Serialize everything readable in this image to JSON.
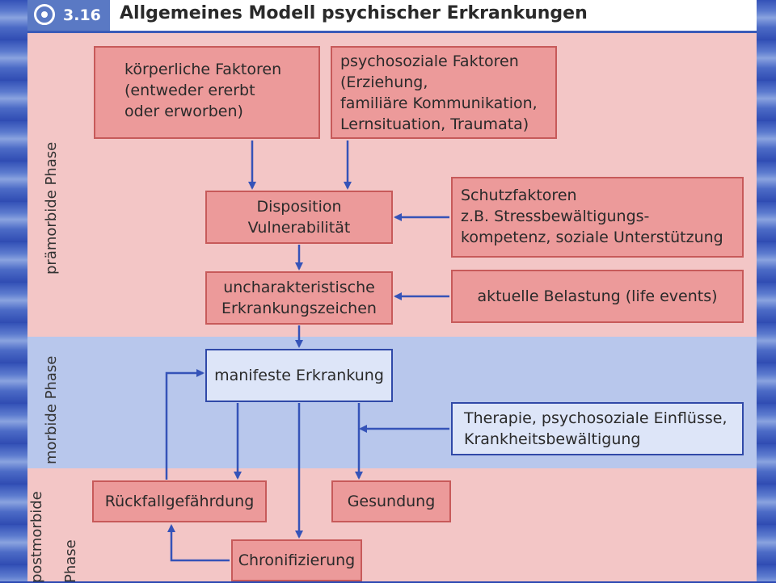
{
  "header": {
    "figure_number": "3.16",
    "title": "Allgemeines Modell psychischer Erkrankungen"
  },
  "phases": {
    "premorbid": "prämorbide Phase",
    "morbid": "morbide Phase",
    "postmorbid_line1": "postmorbide",
    "postmorbid_line2": "Phase"
  },
  "boxes": {
    "physical_factors": [
      "körperliche Faktoren",
      "(entweder ererbt",
      "oder erworben)"
    ],
    "psychosocial_factors": [
      "psychosoziale Faktoren",
      "(Erziehung,",
      "familiäre Kommunikation,",
      "Lernsituation, Traumata)"
    ],
    "disposition": [
      "Disposition",
      "Vulnerabilität"
    ],
    "protective_factors": [
      "Schutzfaktoren",
      "z.B. Stressbewältigungs-",
      "kompetenz, soziale Unterstützung"
    ],
    "uncharacteristic_signs": [
      "uncharakteristische",
      "Erkrankungszeichen"
    ],
    "current_stress": [
      "aktuelle Belastung (life events)"
    ],
    "manifest_illness": [
      "manifeste Erkrankung"
    ],
    "therapy": [
      "Therapie, psychosoziale Einflüsse,",
      "Krankheitsbewältigung"
    ],
    "relapse_risk": [
      "Rückfallgefährdung"
    ],
    "recovery": [
      "Gesundung"
    ],
    "chronification": [
      "Chronifizierung"
    ]
  },
  "colors": {
    "red_box": "#ec9a9a",
    "blue_box": "#dde5f8",
    "arrow": "#3553b8"
  }
}
